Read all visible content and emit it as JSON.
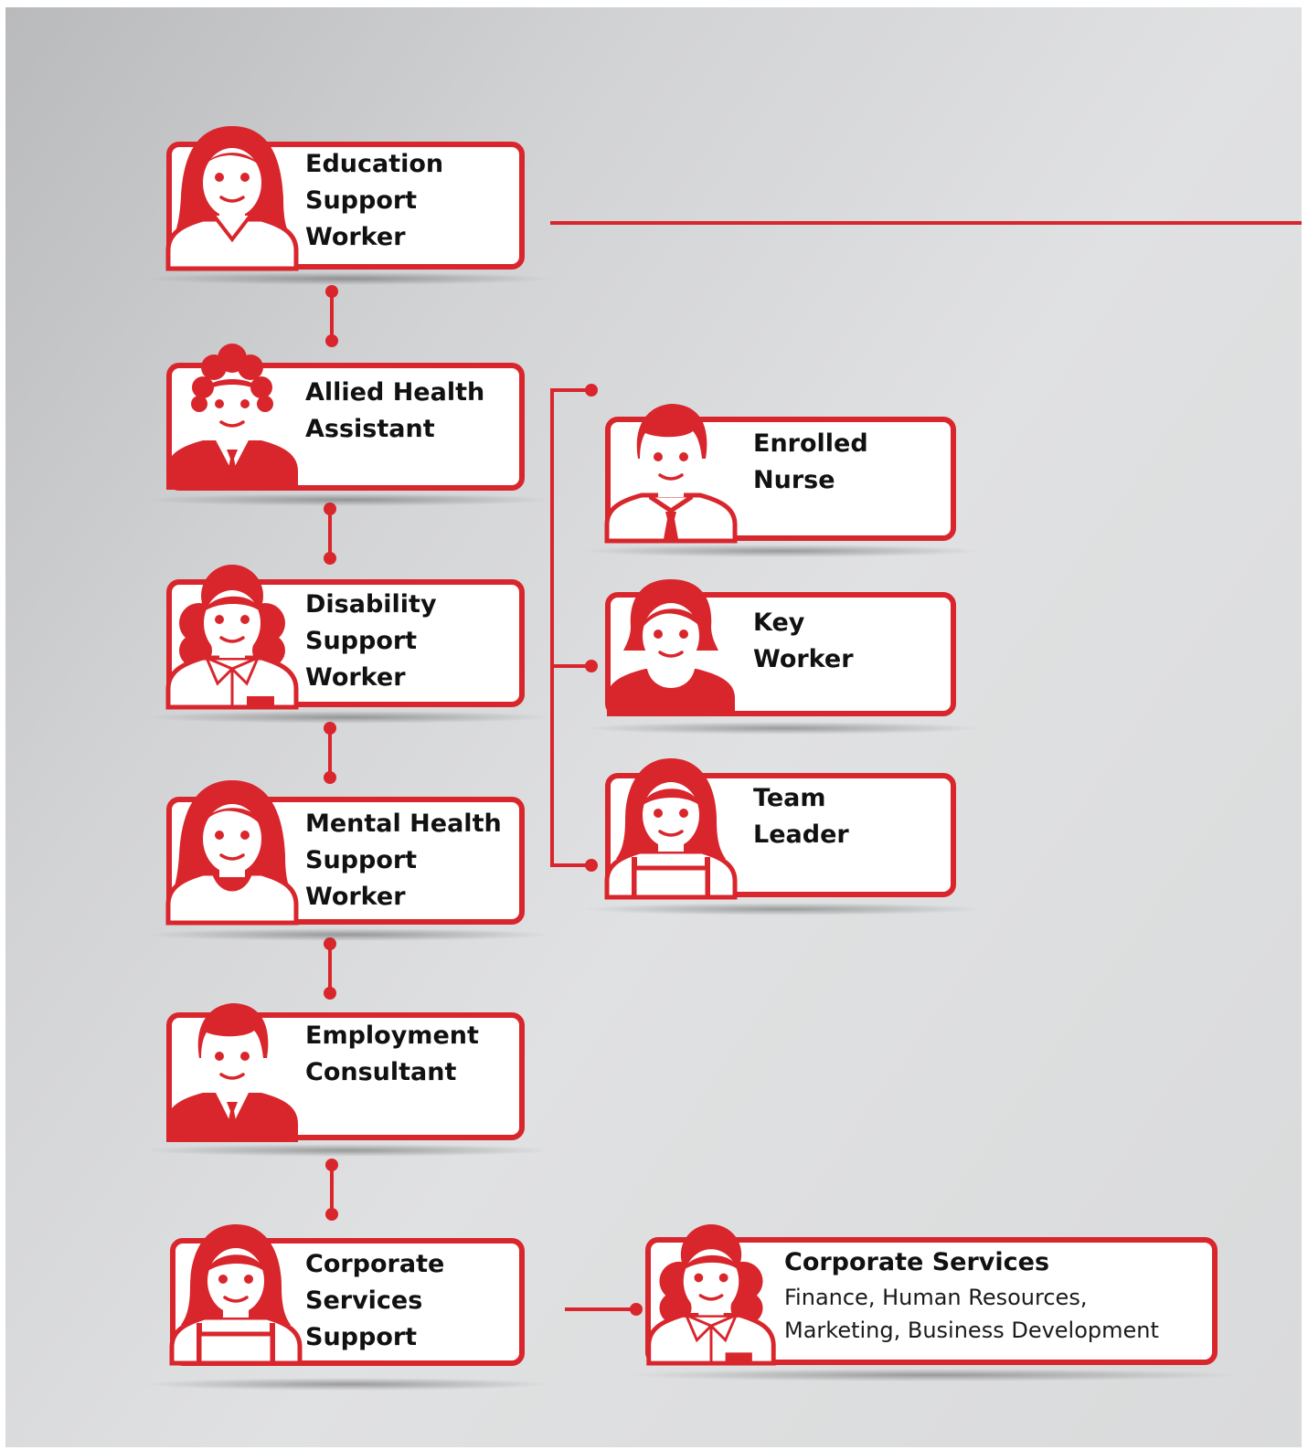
{
  "colors": {
    "accent": "#d9262c",
    "background": "#d5d6d7",
    "card": "#ffffff",
    "text": "#111111"
  },
  "roles": [
    {
      "id": "education-support-worker",
      "lines": [
        "Education",
        "Support",
        "Worker"
      ],
      "icon": "woman-long-hair-vneck-icon"
    },
    {
      "id": "allied-health-assistant",
      "lines": [
        "Allied Health",
        "Assistant"
      ],
      "icon": "man-curly-hair-suit-icon"
    },
    {
      "id": "disability-support-worker",
      "lines": [
        "Disability",
        "Support",
        "Worker"
      ],
      "icon": "woman-curly-hair-collar-icon"
    },
    {
      "id": "mental-health-support-worker",
      "lines": [
        "Mental Health",
        "Support",
        "Worker"
      ],
      "icon": "woman-long-hair-icon"
    },
    {
      "id": "employment-consultant",
      "lines": [
        "Employment",
        "Consultant"
      ],
      "icon": "man-suit-tie-icon"
    },
    {
      "id": "corporate-services-support",
      "lines": [
        "Corporate",
        "Services",
        "Support"
      ],
      "icon": "woman-apron-icon"
    },
    {
      "id": "enrolled-nurse",
      "lines": [
        "Enrolled",
        "Nurse"
      ],
      "icon": "man-shirt-tie-icon"
    },
    {
      "id": "key-worker",
      "lines": [
        "Key",
        "Worker"
      ],
      "icon": "woman-bob-hair-icon"
    },
    {
      "id": "team-leader",
      "lines": [
        "Team",
        "Leader"
      ],
      "icon": "woman-apron-icon"
    }
  ],
  "corporate_services": {
    "title": "Corporate Services",
    "lines": [
      "Finance, Human Resources,",
      "Marketing, Business Development"
    ],
    "icon": "woman-curly-hair-collar-icon"
  }
}
